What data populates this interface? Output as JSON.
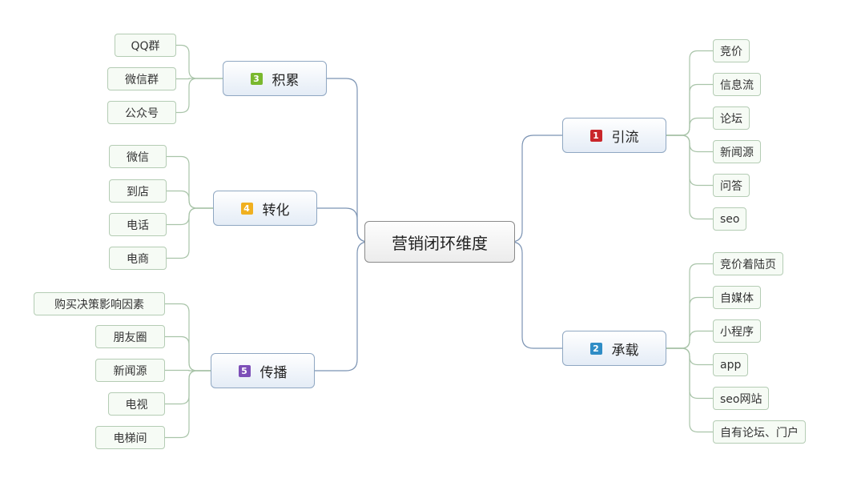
{
  "root": {
    "label": "营销闭环维度"
  },
  "branches": {
    "b1": {
      "badge": "1",
      "label": "引流",
      "color": "#c9262a",
      "leaves": [
        "竞价",
        "信息流",
        "论坛",
        "新闻源",
        "问答",
        "seo"
      ]
    },
    "b2": {
      "badge": "2",
      "label": "承载",
      "color": "#2f8dc6",
      "leaves": [
        "竞价着陆页",
        "自媒体",
        "小程序",
        "app",
        "seo网站",
        "自有论坛、门户"
      ]
    },
    "b3": {
      "badge": "3",
      "label": "积累",
      "color": "#7ab82e",
      "leaves": [
        "QQ群",
        "微信群",
        "公众号"
      ]
    },
    "b4": {
      "badge": "4",
      "label": "转化",
      "color": "#f0b020",
      "leaves": [
        "微信",
        "到店",
        "电话",
        "电商"
      ]
    },
    "b5": {
      "badge": "5",
      "label": "传播",
      "color": "#7d4fb8",
      "leaves": [
        "购买决策影响因素",
        "朋友圈",
        "新闻源",
        "电视",
        "电梯间"
      ]
    }
  }
}
